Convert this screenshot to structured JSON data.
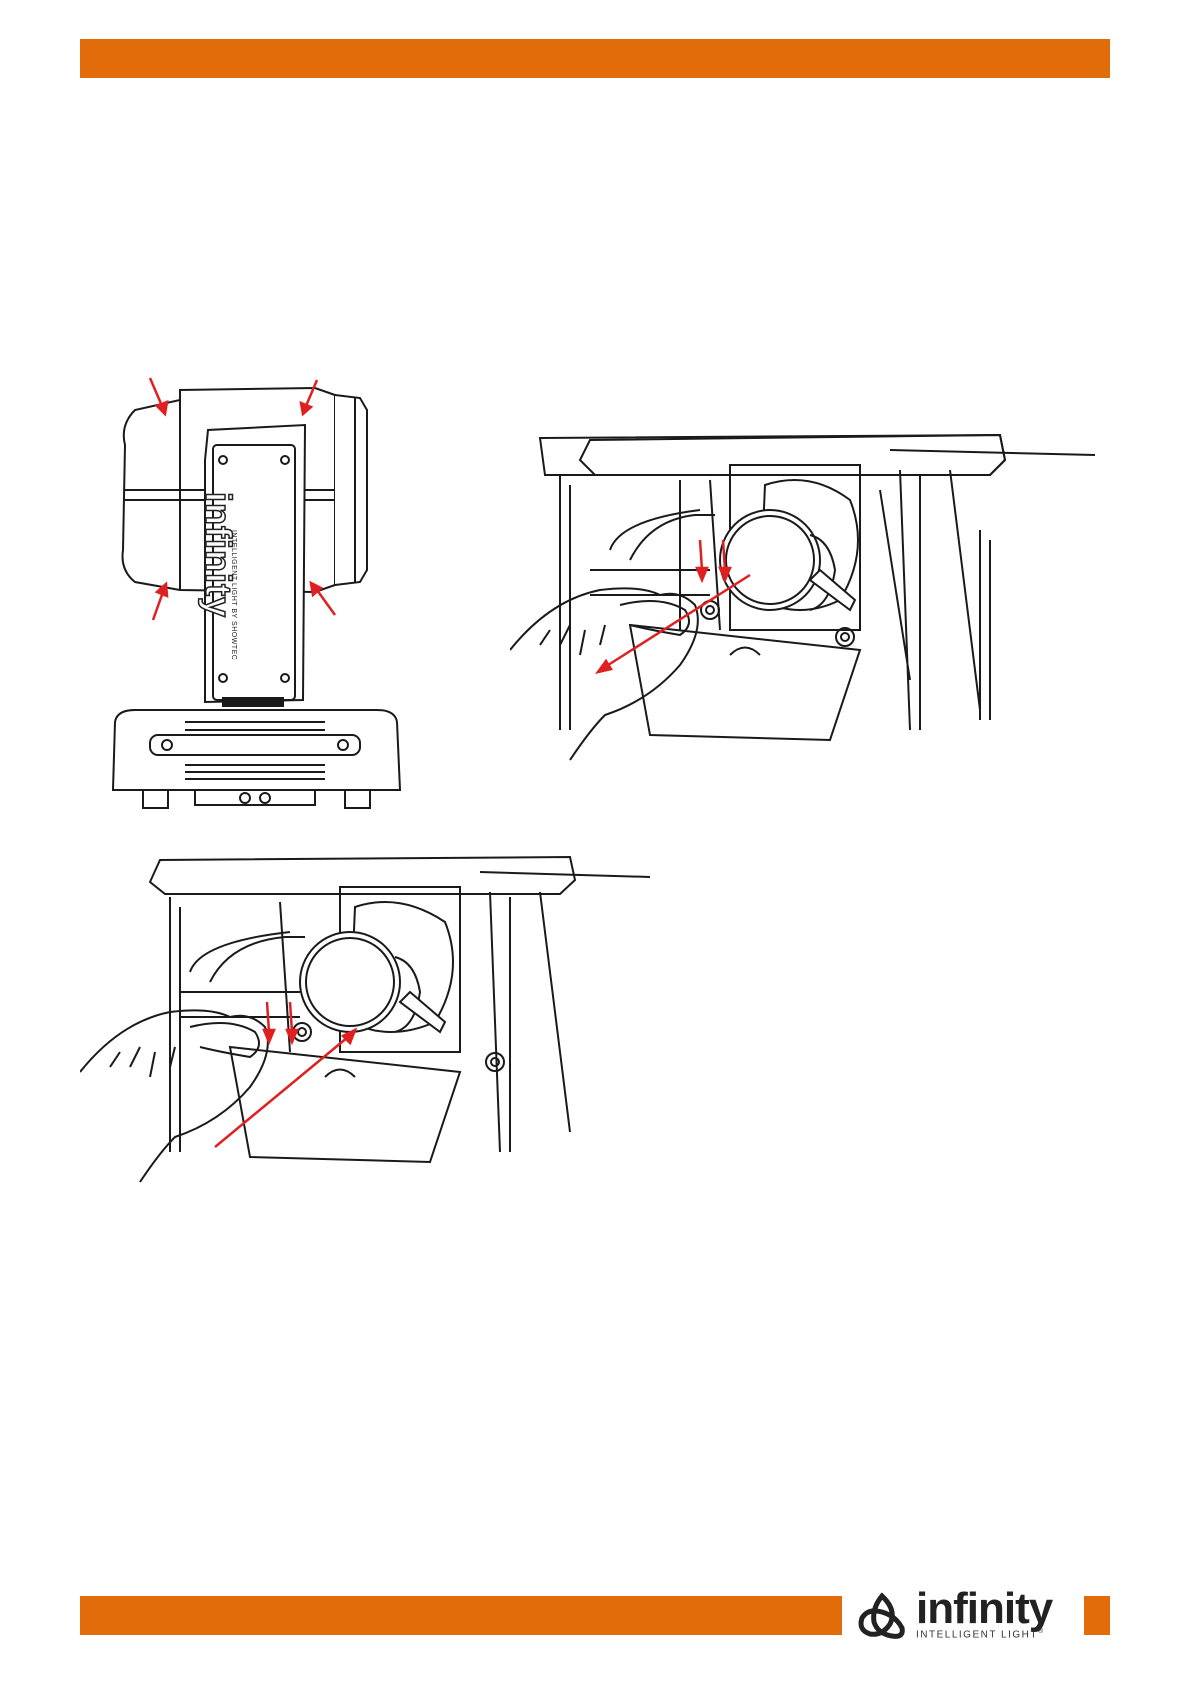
{
  "colors": {
    "accent": "#e36c0a",
    "arrow": "#e02020",
    "line": "#1a1a1a"
  },
  "fixture_label": {
    "brand": "infinity",
    "sub": "INTELLIGENT LIGHT BY SHOWTEC"
  },
  "logo": {
    "word": "infinity",
    "tagline": "INTELLIGENT LIGHT",
    "reg": "®"
  },
  "icons": {
    "logo_mark": "infinity-knot-icon",
    "arrow": "red-arrow-icon"
  }
}
